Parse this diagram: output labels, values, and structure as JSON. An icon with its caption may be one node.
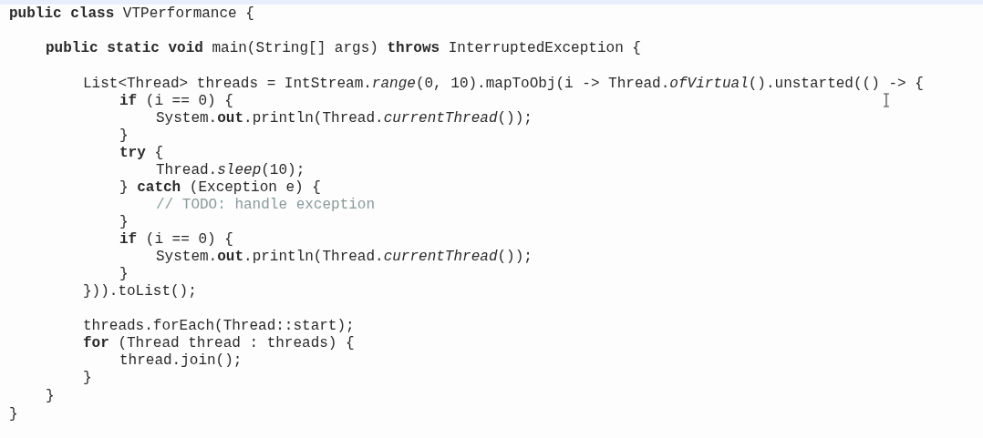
{
  "diagram": {
    "labels": [
      "**public** **class** VTPerformance {",
      "**public** **static** **void** main(String[] args) **throws** InterruptedException {",
      "List<Thread> threads = IntStream.*range*(0, 10).mapToObj(i -> Thread.*ofVirtual*().unstarted(() -> {",
      "**if** (i == 0) {",
      "System.**out**.println(Thread.*currentThread*());",
      "}",
      "**try** {",
      "Thread.*sleep*(10);",
      "} **catch** (Exception e) {",
      "// TODO: handle exception",
      "}",
      "**if** (i == 0) {",
      "System.**out**.println(Thread.*currentThread*());",
      "}",
      "})).toList();",
      "threads.forEach(Thread::start);",
      "**for** (Thread thread : threads) {",
      "thread.join();",
      "}",
      "}",
      "}"
    ]
  }
}
